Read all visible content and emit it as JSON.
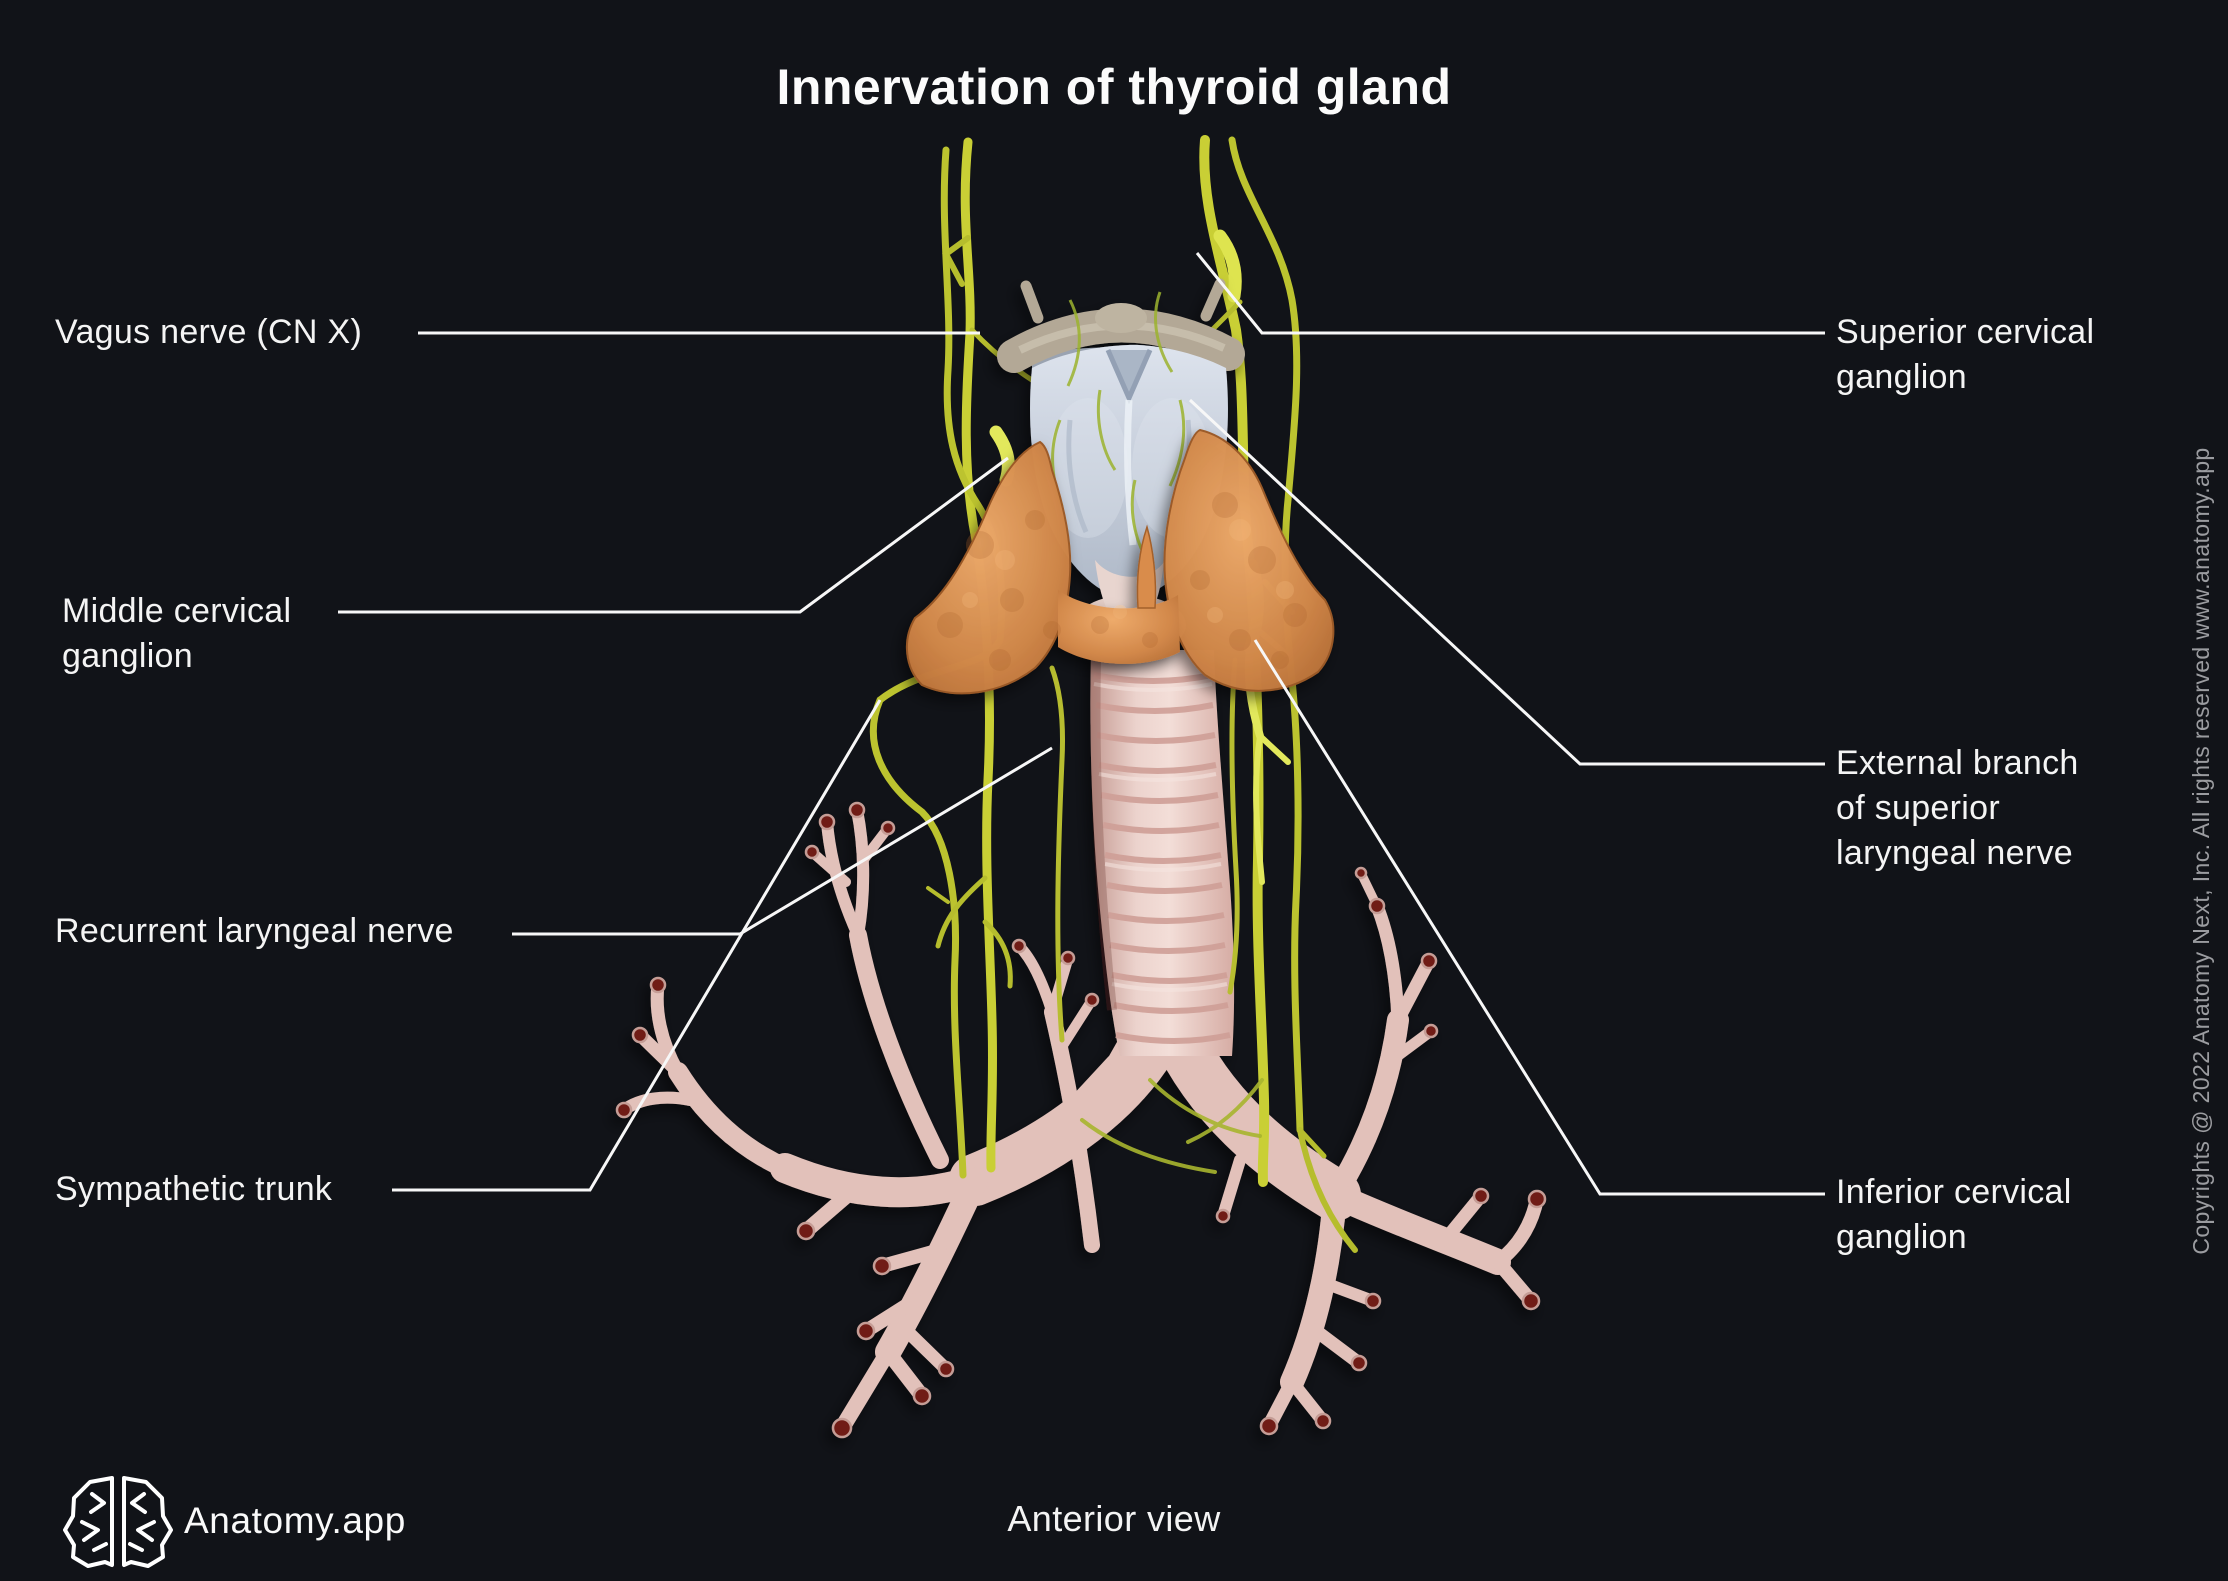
{
  "title": "Innervation of thyroid gland",
  "view_caption": "Anterior view",
  "brand": {
    "name": "Anatomy.app"
  },
  "copyright_notice": "Copyrights @ 2022 Anatomy Next, Inc. All rights reserved www.anatomy.app",
  "labels": {
    "vagus_nerve": "Vagus nerve (CN X)",
    "middle_cervical_ganglion": "Middle cervical\nganglion",
    "recurrent_laryngeal_nerve": "Recurrent laryngeal nerve",
    "sympathetic_trunk": "Sympathetic trunk",
    "superior_cervical_ganglion": "Superior cervical\nganglion",
    "external_branch_sln": "External branch\nof superior\nlaryngeal nerve",
    "inferior_cervical_ganglion": "Inferior cervical\nganglion"
  },
  "colors": {
    "background": "#111318",
    "label_text": "#f4f4f4",
    "leader_line": "#f7f7f7",
    "copyright_text": "#9b9ca0",
    "nerve_yellow": "#c9cf35",
    "nerve_bright": "#e2e85c",
    "thyroid_orange": "#d88f52",
    "trachea_pink": "#e8cdc6",
    "cartilage_blue_gray": "#c9d1de",
    "hyoid_tan": "#b3a896",
    "bronchus_tip_maroon": "#701d13"
  }
}
